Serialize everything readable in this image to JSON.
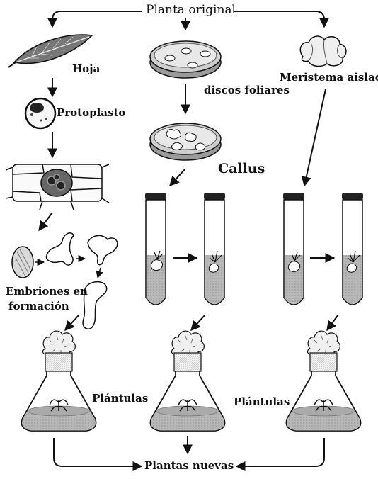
{
  "diagram": {
    "top_label": "Planta original",
    "bottom_label": "Plantas nuevas",
    "left_path": {
      "leaf_label": "Hoja",
      "protoplast_label": "Protoplasto",
      "embryos_label_line1": "Embriones en",
      "embryos_label_line2": "formación",
      "plantlets_label": "Plántulas"
    },
    "center_path": {
      "discs_label": "discos foliares",
      "callus_label": "Callus"
    },
    "right_path": {
      "meristem_label": "Meristema aislado",
      "plantlets_label": "Plántulas"
    }
  }
}
